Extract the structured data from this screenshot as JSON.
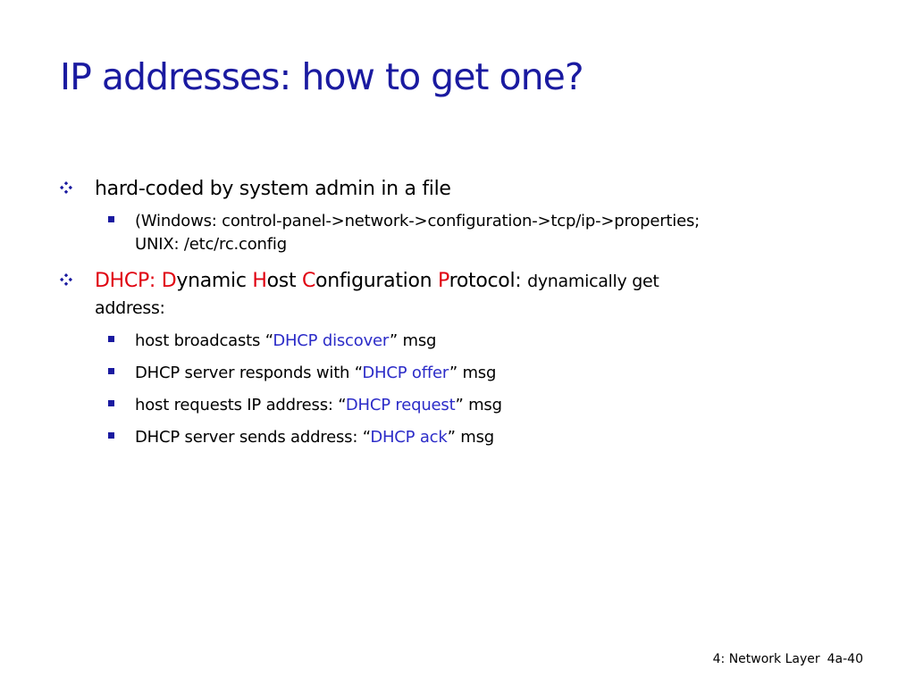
{
  "slide": {
    "title": "IP addresses: how to get one?",
    "colors": {
      "title": "#1a1aa0",
      "bullet_marker": "#1a1aa0",
      "dhcp_red": "#e0000f",
      "message_blue": "#2c2cc8",
      "body_text": "#000000"
    },
    "bullet_1": {
      "marker_icon": "diamond-cluster-icon",
      "text": "hard-coded by system admin in a file",
      "sub": {
        "marker_icon": "square-bullet-icon",
        "line_1": "(Windows: control-panel->network->configuration->tcp/ip->properties;",
        "line_2": "UNIX: /etc/rc.config"
      }
    },
    "bullet_2": {
      "marker_icon": "diamond-cluster-icon",
      "acronym": "DHCP:",
      "d_letter": "D",
      "d_rest": "ynamic",
      "h_letter": "H",
      "h_rest": "ost",
      "c_letter": "C",
      "c_rest": "onfiguration",
      "p_letter": "P",
      "p_rest": "rotocol:",
      "suffix_line_1": "dynamically get",
      "suffix_line_2": "address:",
      "subs": [
        {
          "before": "host broadcasts “",
          "msg": "DHCP discover",
          "after": "” msg"
        },
        {
          "before": "DHCP server responds with “",
          "msg": "DHCP offer",
          "after": "” msg"
        },
        {
          "before": "host requests IP address: “",
          "msg": "DHCP request",
          "after": "” msg"
        },
        {
          "before": "DHCP server sends address: “",
          "msg": "DHCP ack",
          "after": "” msg"
        }
      ]
    },
    "footer": {
      "section": "4: Network Layer",
      "page": "4a-40"
    }
  }
}
